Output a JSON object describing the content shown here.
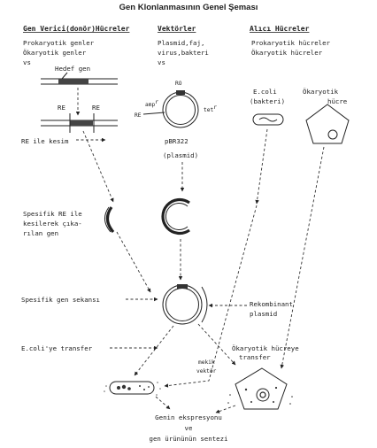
{
  "title": "Gen Klonlanmasının Genel Şeması",
  "columns": {
    "donor": {
      "header": "Gen Verici(donör)Hücreler",
      "lines": [
        "Prokaryotik genler",
        "Ökaryotik genler",
        "vs"
      ]
    },
    "vector": {
      "header": "Vektörler",
      "lines": [
        "Plasmid,faj,",
        "virus,bakteri",
        "vs"
      ]
    },
    "recipient": {
      "header": "Alıcı Hücreler",
      "lines": [
        "Prokaryotik hücreler",
        "Ökaryotik hücreler"
      ]
    }
  },
  "labels": {
    "target_gene": "Hedef gen",
    "re_left": "RE",
    "re_right": "RE",
    "re_cut": "RE ile kesim",
    "removed_gene": [
      "Spesifik RE ile",
      "kesilerek çıka-",
      "rılan gen"
    ],
    "gene_sequence": "Spesifik gen sekansı",
    "recombinant": [
      "Rekombinant",
      "plasmid"
    ],
    "ecoli_transfer": "E.coli'ye transfer",
    "euk_transfer": [
      "Ökaryotik hücreye",
      "transfer"
    ],
    "shuttle": [
      "mekik",
      "vektör"
    ],
    "result": [
      "Genin ekspresyonu",
      "ve",
      "gen ürününün sentezi"
    ]
  },
  "plasmid": {
    "ori": "RO",
    "amp": "amp",
    "amp_sup": "r",
    "tet": "tet",
    "tet_sup": "r",
    "re": "RE",
    "name": "pBR322",
    "caption": "(plasmid)"
  },
  "cells": {
    "ecoli": [
      "E.coli",
      "(bakteri)"
    ],
    "euk": [
      "Ökaryotik",
      "hücre"
    ]
  }
}
